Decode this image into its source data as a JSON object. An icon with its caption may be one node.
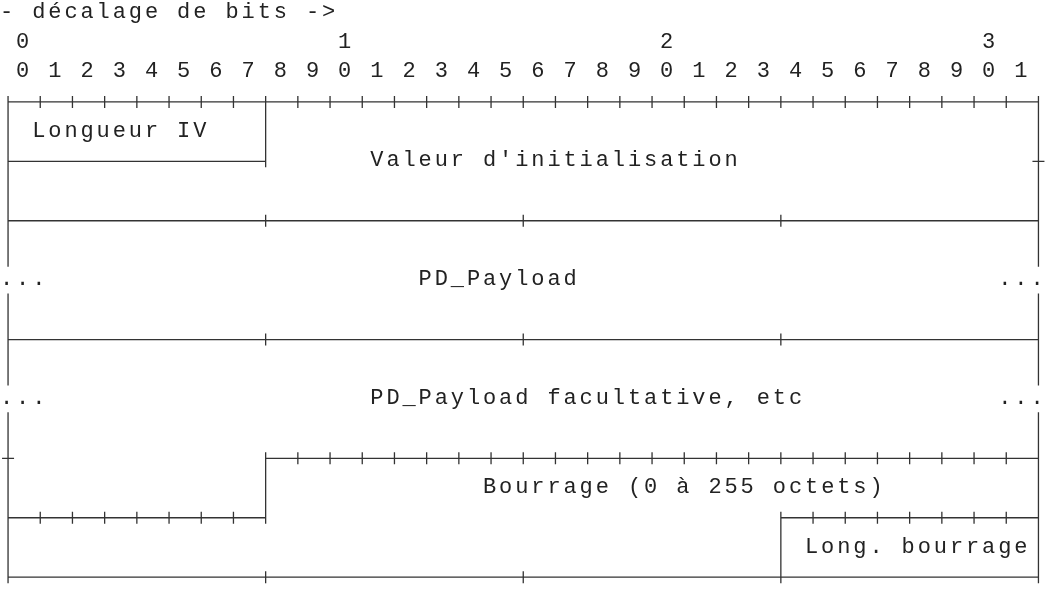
{
  "diagram": {
    "nodes": [
      {
        "text": [
          "Longueur IV"
        ]
      },
      {
        "text": [
          "Valeur d'initialisation"
        ]
      },
      {
        "text": [
          "...",
          "PD_Payload",
          "..."
        ]
      },
      {
        "text": [
          "...",
          "PD_Payload facultative, etc",
          "..."
        ]
      },
      {
        "text": [
          "Bourrage (0 à 255 octets)"
        ]
      },
      {
        "text": [
          "Long. bourrage"
        ]
      }
    ],
    "labels": [
      "- décalage de bits ->",
      "0",
      "1",
      "2",
      "3",
      "0",
      "1",
      "2",
      "3",
      "4",
      "5",
      "6",
      "7",
      "8",
      "9",
      "0",
      "1",
      "2",
      "3",
      "4",
      "5",
      "6",
      "7",
      "8",
      "9",
      "0",
      "1",
      "2",
      "3",
      "4",
      "5",
      "6",
      "7",
      "8",
      "9",
      "0",
      "1"
    ]
  }
}
